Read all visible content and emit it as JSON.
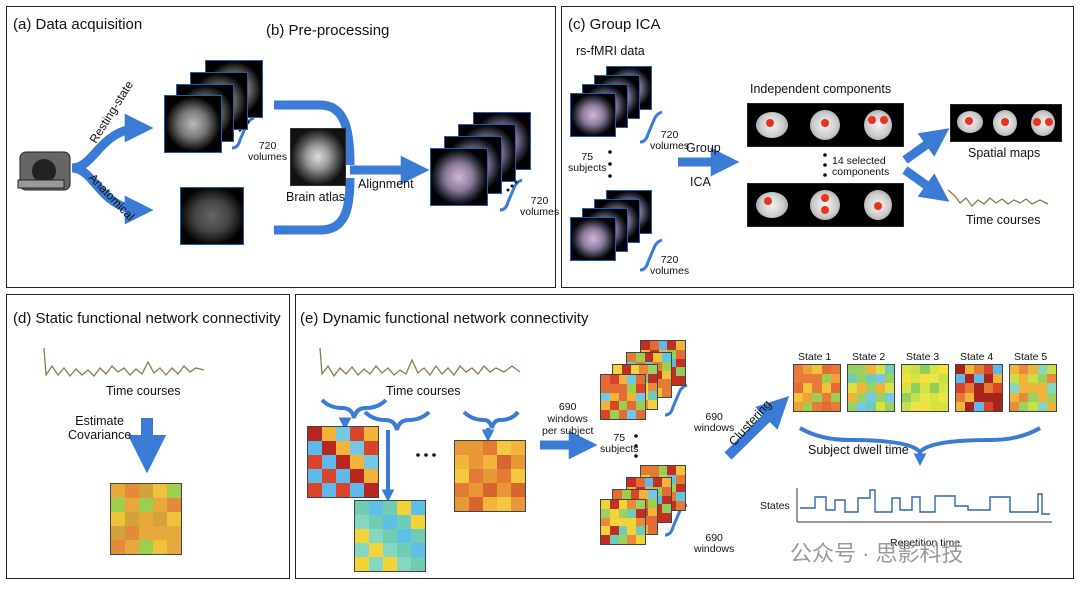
{
  "panels": {
    "a_title": "(a) Data acquisition",
    "b_title": "(b) Pre-processing",
    "c_title": "(c) Group ICA",
    "d_title": "(d) Static functional network connectivity",
    "e_title": "(e) Dynamic functional network connectivity"
  },
  "acquisition": {
    "resting_state": "Resting-state",
    "anatomical": "Anatomical",
    "count": "720",
    "volumes": "volumes"
  },
  "preprocessing": {
    "atlas": "Brain atlas",
    "alignment": "Alignment",
    "count": "720",
    "volumes": "volumes"
  },
  "group_ica": {
    "rs_fmri": "rs-fMRI data",
    "count": "720",
    "volumes": "volumes",
    "subjects_n": "75",
    "subjects": "subjects",
    "group": "Group",
    "ica": "ICA",
    "independent_components": "Independent components",
    "selected_n": "14 selected",
    "components": "components",
    "spatial_maps": "Spatial maps",
    "time_courses": "Time courses"
  },
  "static_fnc": {
    "time_courses": "Time courses",
    "estimate": "Estimate",
    "covariance": "Covariance"
  },
  "dynamic_fnc": {
    "time_courses": "Time courses",
    "windows_n": "690",
    "windows_per": "windows",
    "per_subject": "per subject",
    "subjects_n": "75",
    "subjects": "subjects",
    "windows_label_n": "690",
    "windows_label": "windows",
    "clustering": "Clustering",
    "dwell": "Subject dwell time",
    "states_axis": "States",
    "time_axis": "Repetition time",
    "states": [
      "State 1",
      "State 2",
      "State 3",
      "State 4",
      "State 5"
    ]
  },
  "watermark": "公众号 · 思影科技",
  "colors": {
    "arrow": "#3a7bd5",
    "frame": "#1a5fb0",
    "trace": "#8a7b4a"
  }
}
